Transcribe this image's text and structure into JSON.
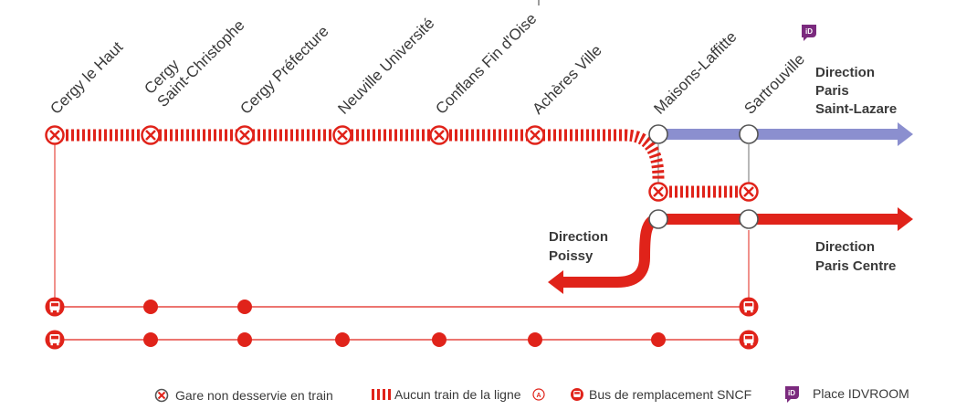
{
  "colors": {
    "red": "#e0231a",
    "blue": "#8b8fcf",
    "purple": "#7b2a7e",
    "grey_line": "#888888",
    "text": "#3a3a3a"
  },
  "stations": [
    {
      "id": "cergy-le-haut",
      "label": [
        "Cergy le Haut"
      ],
      "served": false
    },
    {
      "id": "cergy-saint-christophe",
      "label": [
        "Cergy",
        "Saint-Christophe"
      ],
      "served": false
    },
    {
      "id": "cergy-prefecture",
      "label": [
        "Cergy Préfecture"
      ],
      "served": false
    },
    {
      "id": "neuville-universite",
      "label": [
        "Neuville Université"
      ],
      "served": false
    },
    {
      "id": "conflans-fin-doise",
      "label": [
        "Conflans Fin d'Oise"
      ],
      "served": false
    },
    {
      "id": "acheres-ville",
      "label": [
        "Achères Ville"
      ],
      "served": false
    },
    {
      "id": "maisons-laffitte",
      "label": [
        "Maisons-Laffitte"
      ],
      "served": true
    },
    {
      "id": "sartrouville",
      "label": [
        "Sartrouville"
      ],
      "served": true
    }
  ],
  "idvroom_badge": "iD",
  "directions": {
    "saint_lazare": [
      "Direction",
      "Paris",
      "Saint-Lazare"
    ],
    "paris_centre": [
      "Direction",
      "Paris Centre"
    ],
    "poissy": [
      "Direction",
      "Poissy"
    ]
  },
  "legend": {
    "not_served": "Gare non desservie en train",
    "no_train": "Aucun train de la ligne",
    "line_letter": "A",
    "bus": "Bus de remplacement SNCF",
    "idvroom": "Place IDVROOM"
  }
}
